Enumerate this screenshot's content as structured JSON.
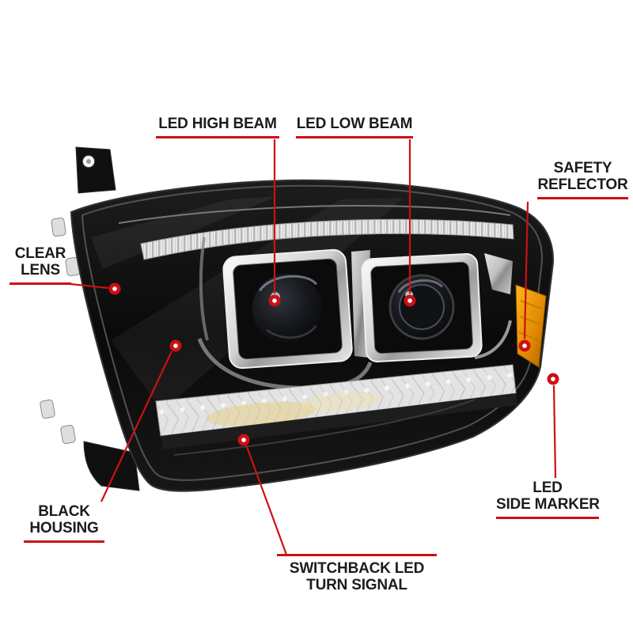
{
  "diagram": {
    "labels": [
      {
        "id": "led-high-beam",
        "lines": [
          "LED HIGH BEAM"
        ]
      },
      {
        "id": "led-low-beam",
        "lines": [
          "LED LOW BEAM"
        ]
      },
      {
        "id": "safety-reflector",
        "lines": [
          "SAFETY",
          "REFLECTOR"
        ]
      },
      {
        "id": "clear-lens",
        "lines": [
          "CLEAR",
          "LENS"
        ]
      },
      {
        "id": "black-housing",
        "lines": [
          "BLACK",
          "HOUSING"
        ]
      },
      {
        "id": "switchback-led-turn-signal",
        "lines": [
          "SWITCHBACK LED",
          "TURN SIGNAL"
        ]
      },
      {
        "id": "led-side-marker",
        "lines": [
          "LED",
          "SIDE MARKER"
        ]
      }
    ],
    "colors": {
      "background": "#ffffff",
      "label_text": "#1c1c1c",
      "callout_red": "#cc1016",
      "marker_center": "#ffffff",
      "amber_reflector": "#e08900",
      "housing_black": "#0b0b0b",
      "chrome_bezel": "#d2d2d2"
    }
  }
}
